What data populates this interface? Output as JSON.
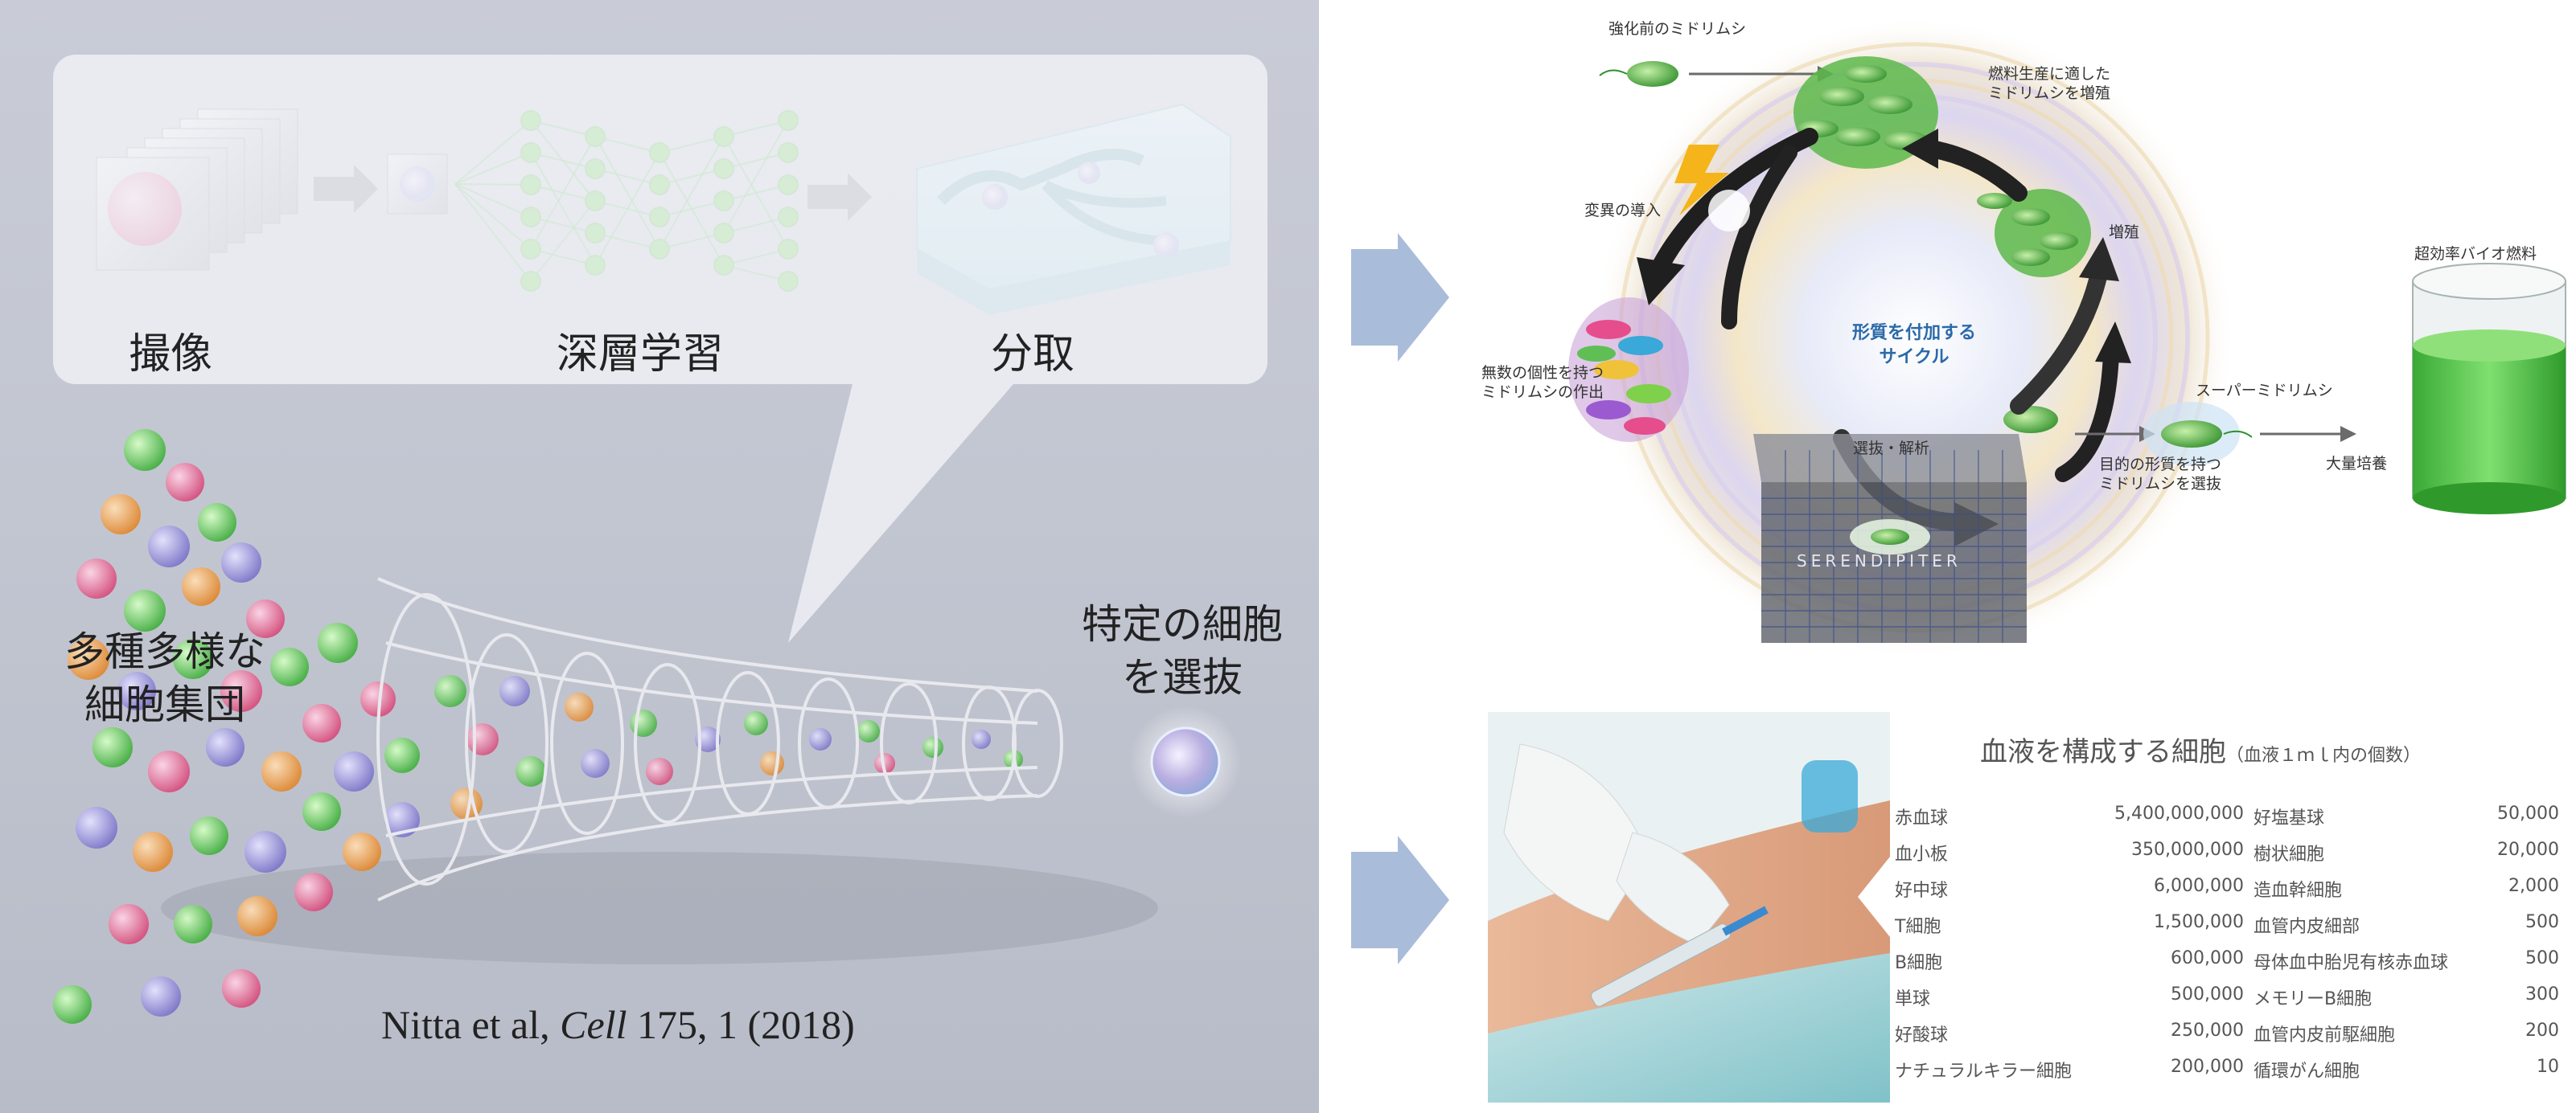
{
  "left": {
    "steps": {
      "imaging": "撮像",
      "deep_learning": "深層学習",
      "sorting": "分取"
    },
    "population_label_line1": "多種多様な",
    "population_label_line2": "細胞集団",
    "select_label_line1": "特定の細胞",
    "select_label_line2": "を選抜",
    "citation": {
      "authors": "Nitta et al, ",
      "journal": "Cell",
      "ref": " 175, 1 (2018)"
    }
  },
  "cycle": {
    "before": "強化前のミドリムシ",
    "grow_line1": "燃料生産に適した",
    "grow_line2": "ミドリムシを増殖",
    "mutation": "変異の導入",
    "proliferation": "増殖",
    "center_line1": "形質を付加する",
    "center_line2": "サイクル",
    "many_line1": "無数の個性を持つ",
    "many_line2": "ミドリムシの作出",
    "select_analyze": "選抜・解析",
    "device": "SERENDIPITER",
    "target_line1": "目的の形質を持つ",
    "target_line2": "ミドリムシを選抜",
    "super": "スーパーミドリムシ",
    "mass_culture": "大量培養",
    "fuel": "超効率バイオ燃料"
  },
  "blood": {
    "title": "血液を構成する細胞",
    "subtitle": "（血液１ｍｌ内の個数）",
    "left_col": [
      {
        "name": "赤血球",
        "value": "5,400,000,000"
      },
      {
        "name": "血小板",
        "value": "350,000,000"
      },
      {
        "name": "好中球",
        "value": "6,000,000"
      },
      {
        "name": "T細胞",
        "value": "1,500,000"
      },
      {
        "name": "B細胞",
        "value": "600,000"
      },
      {
        "name": "単球",
        "value": "500,000"
      },
      {
        "name": "好酸球",
        "value": "250,000"
      },
      {
        "name": "ナチュラルキラー細胞",
        "value": "200,000"
      }
    ],
    "right_col": [
      {
        "name": "好塩基球",
        "value": "50,000"
      },
      {
        "name": "樹状細胞",
        "value": "20,000"
      },
      {
        "name": "造血幹細胞",
        "value": "2,000"
      },
      {
        "name": "血管内皮細部",
        "value": "500"
      },
      {
        "name": "母体血中胎児有核赤血球",
        "value": "500"
      },
      {
        "name": "メモリーB細胞",
        "value": "300"
      },
      {
        "name": "血管内皮前駆細胞",
        "value": "200"
      },
      {
        "name": "循環がん細胞",
        "value": "10"
      }
    ]
  },
  "colors": {
    "arrow_blue": "#a9bcd9",
    "green": "#3fa63a",
    "cycle_text_blue": "#2b6aa8"
  }
}
